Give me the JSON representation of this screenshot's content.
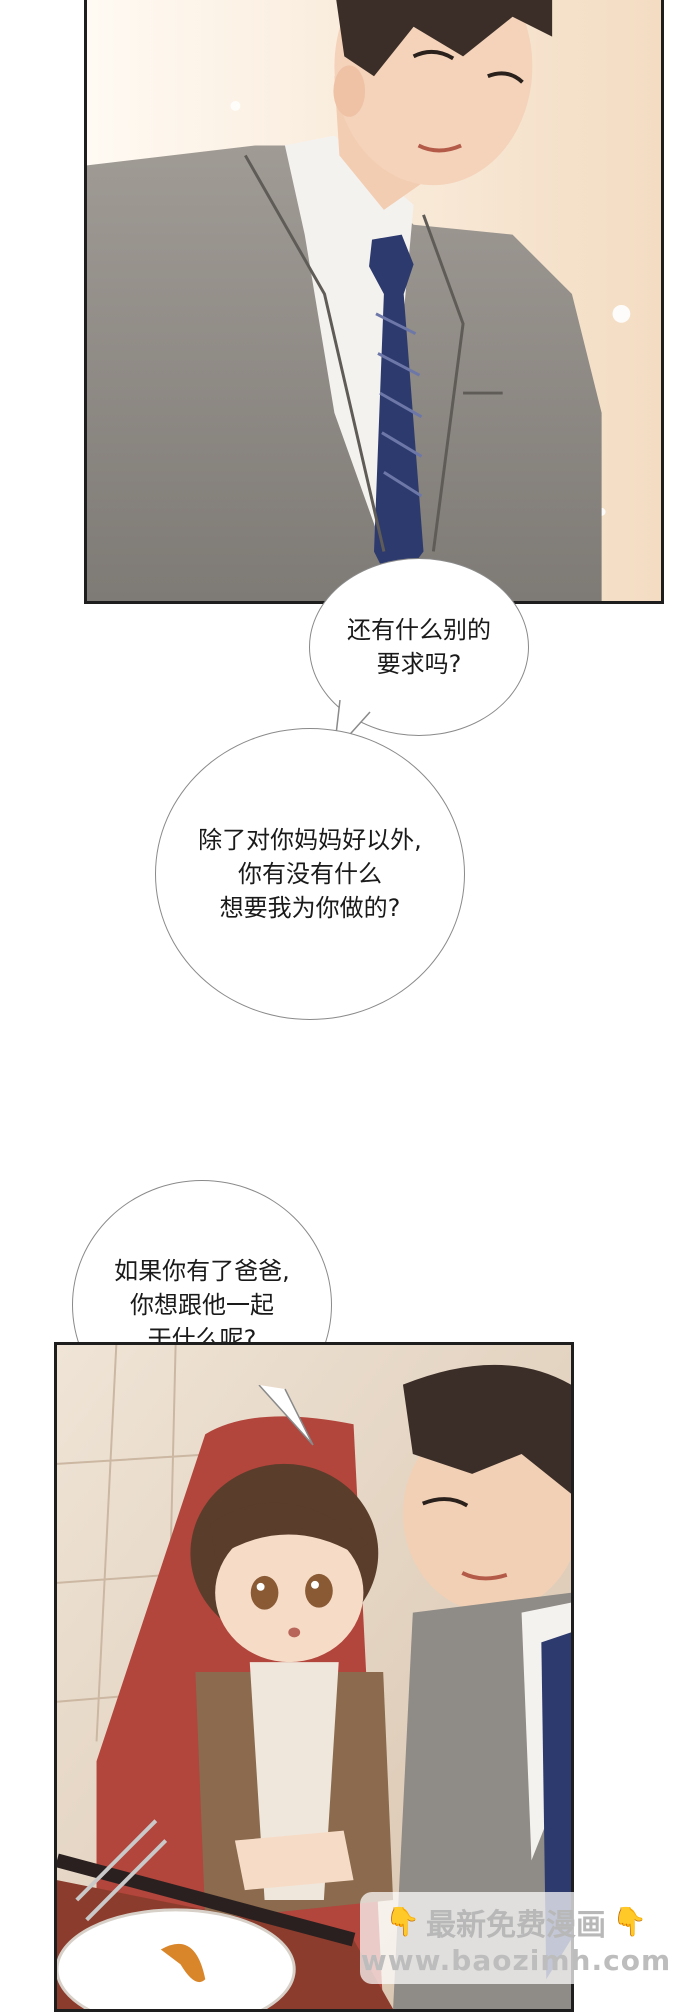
{
  "bubbles": {
    "b1": "还有什么别的\n要求吗?",
    "b2": "除了对你妈妈好以外,\n你有没有什么\n想要我为你做的?",
    "b3": "如果你有了爸爸,\n你想跟他一起\n干什么呢?"
  },
  "watermark": {
    "title": "最新免费漫画",
    "url": "www.baozimh.com",
    "icon_left": "pointing-down-icon",
    "icon_right": "pointing-down-icon"
  },
  "colors": {
    "panel_border": "#1e1e1e",
    "suit": "#8f8b86",
    "tie": "#2d3a6e",
    "hair": "#3b2e28",
    "bg_warm": "#f6e4cf",
    "booth_red": "#b2453c"
  }
}
